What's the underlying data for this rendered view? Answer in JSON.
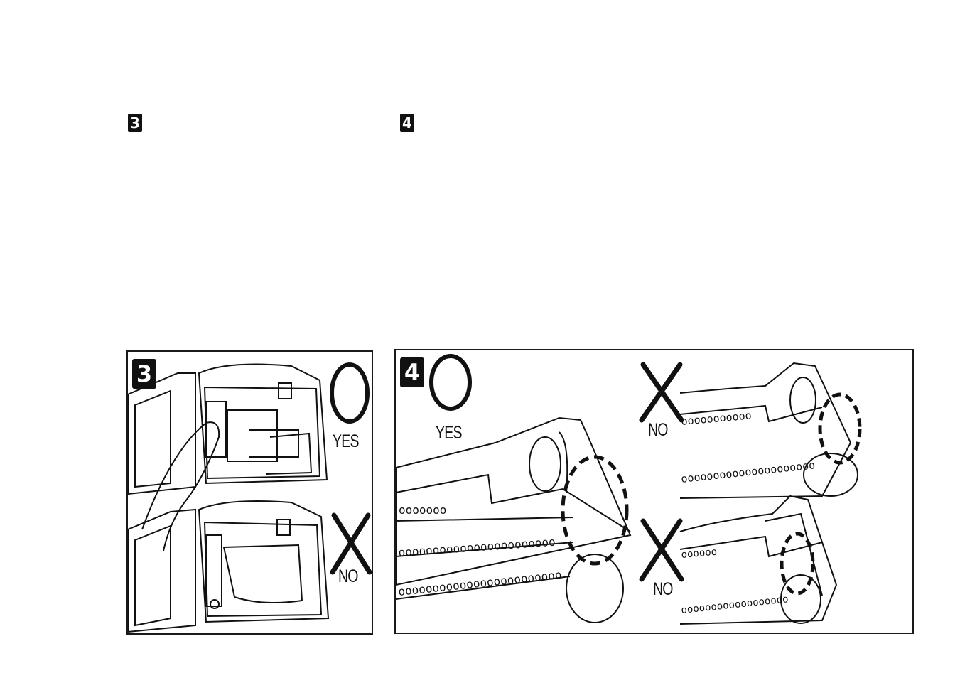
{
  "steps": [
    {
      "number": "3"
    },
    {
      "number": "4"
    }
  ],
  "panels": [
    {
      "step": "3",
      "marks": [
        {
          "label": "YES",
          "symbol": "circle-icon"
        },
        {
          "label": "NO",
          "symbol": "cross-icon"
        }
      ]
    },
    {
      "step": "4",
      "marks": [
        {
          "label": "YES",
          "symbol": "circle-icon"
        },
        {
          "label": "NO",
          "symbol": "cross-icon"
        },
        {
          "label": "NO",
          "symbol": "cross-icon"
        }
      ]
    }
  ],
  "colors": {
    "ink": "#111111",
    "paper": "#ffffff"
  }
}
